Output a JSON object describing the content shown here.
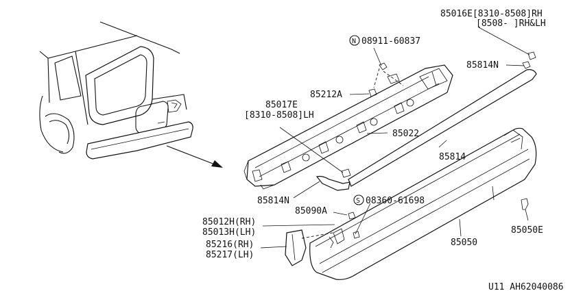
{
  "labels": {
    "p85016e_line1": "85016E[8310-8508]RH",
    "p85016e_line2": "[8508-     ]RH&LH",
    "n08911": "08911-60837",
    "n08911_prefix": "N",
    "p85814n_top": "85814N",
    "p85212a": "85212A",
    "p85017e_line1": "85017E",
    "p85017e_line2": "[8310-8508]LH",
    "p85022": "85022",
    "p85814": "85814",
    "p85814n_bottom": "85814N",
    "p85090a": "85090A",
    "s08360": "08360-61698",
    "s08360_prefix": "S",
    "p85012h": "85012H(RH)",
    "p85013h": "85013H(LH)",
    "p85216": "85216(RH)",
    "p85217": "85217(LH)",
    "p85050": "85050",
    "p85050e": "85050E",
    "footer_code": "U11  AH62040086"
  }
}
